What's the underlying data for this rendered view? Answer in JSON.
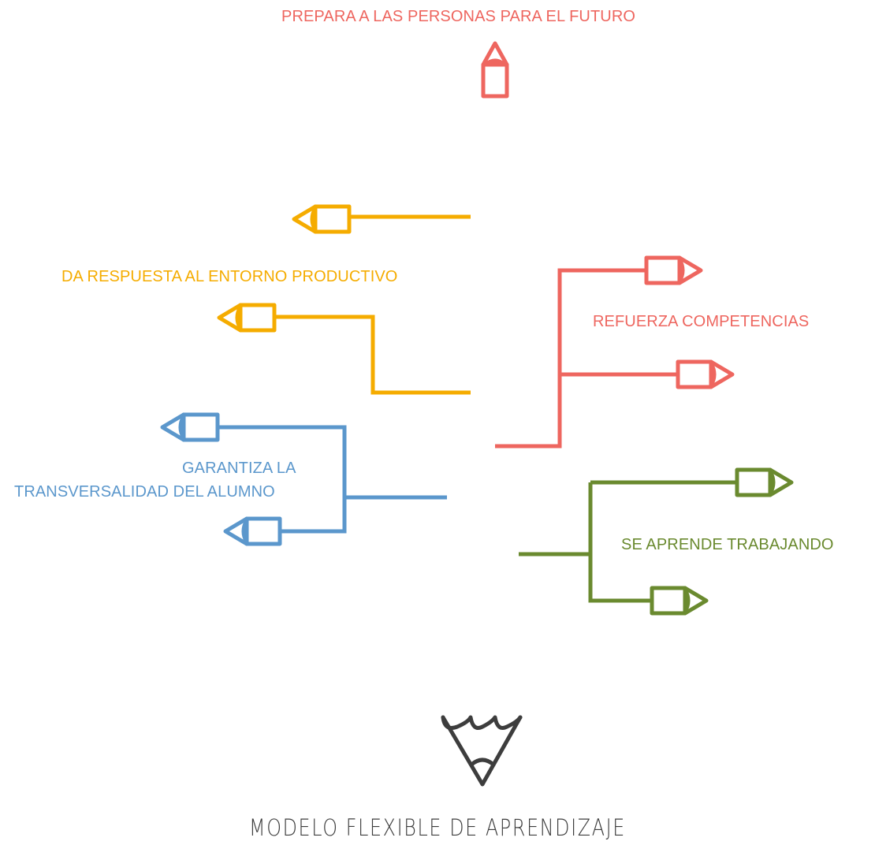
{
  "colors": {
    "red": "#ee665f",
    "yellow": "#f5ac00",
    "blue": "#5b97cc",
    "green": "#6a8a2f",
    "dark": "#3d3d3d"
  },
  "labels": {
    "top": "PREPARA A LAS PERSONAS PARA EL FUTURO",
    "yellow": "DA RESPUESTA AL ENTORNO PRODUCTIVO",
    "red_right": "REFUERZA COMPETENCIAS",
    "blue_line1": "GARANTIZA LA",
    "blue_line2": "TRANSVERSALIDAD DEL ALUMNO",
    "green": "SE APRENDE TRABAJANDO"
  },
  "title": "MODELO FLEXIBLE DE APRENDIZAJE",
  "icons": {
    "pencil": "pencil-icon",
    "crayon": "crayon-icon"
  }
}
